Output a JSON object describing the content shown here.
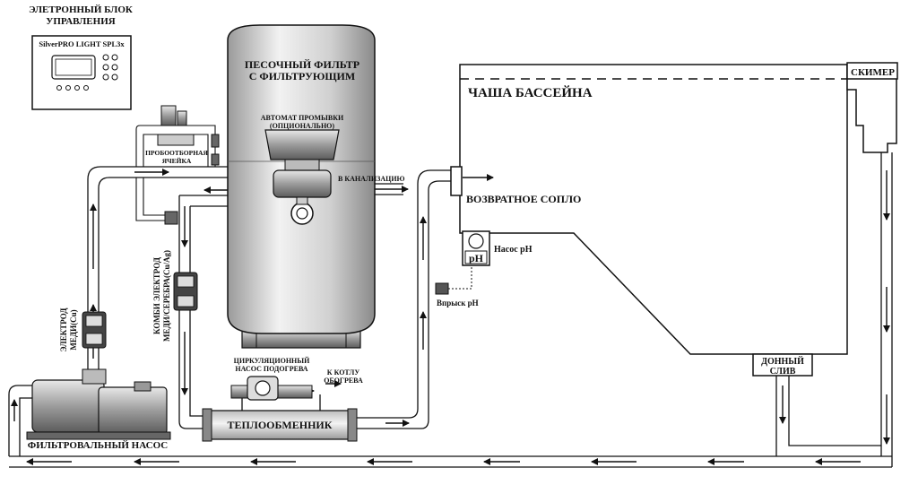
{
  "control_unit": {
    "title_line1": "ЭЛЕТРОННЫЙ БЛОК",
    "title_line2": "УПРАВЛЕНИЯ",
    "model": "SilverPRO LIGHT SPL3x"
  },
  "filter": {
    "title_line1": "ПЕСОЧНЫЙ ФИЛЬТР",
    "title_line2": "С ФИЛЬТРУЮЩИМ",
    "backwash_line1": "АВТОМАТ ПРОМЫВКИ",
    "backwash_line2": "(ОПЦИОНАЛЬНО)"
  },
  "sampling_cell": {
    "line1": "ПРОБООТБОРНАЯ",
    "line2": "ЯЧЕЙКА"
  },
  "sewer": "В КАНАЛИЗАЦИЮ",
  "pool": {
    "bowl": "ЧАША БАССЕЙНА",
    "skimmer": "СКИМЕР",
    "return_nozzle": "ВОЗВРАТНОЕ СОПЛО",
    "bottom_drain_line1": "ДОННЫЙ",
    "bottom_drain_line2": "СЛИВ"
  },
  "ph": {
    "pump": "Насос pH",
    "icon_text": "pH",
    "injection": "Впрыск pH"
  },
  "electrodes": {
    "copper_line1": "ЭЛЕКТРОД",
    "copper_line2": "МЕДИ(Cu)",
    "combo_line1": "КОМБИ ЭЛЕКТРОД",
    "combo_line2": "МЕДИ/СЕРЕБРА(Cu/Ag)"
  },
  "heating": {
    "circ_pump_line1": "ЦИРКУЛЯЦИОННЫЙ",
    "circ_pump_line2": "НАСОС ПОДОГРЕВА",
    "boiler_line1": "К КОТЛУ",
    "boiler_line2": "ОБОГРЕВА",
    "heat_exchanger": "ТЕПЛООБМЕННИК"
  },
  "filter_pump": "ФИЛЬТРОВАЛЬНЫЙ НАСОС",
  "colors": {
    "line": "#111111",
    "pipe_fill": "#ffffff",
    "tank": "#d9d9d9"
  }
}
